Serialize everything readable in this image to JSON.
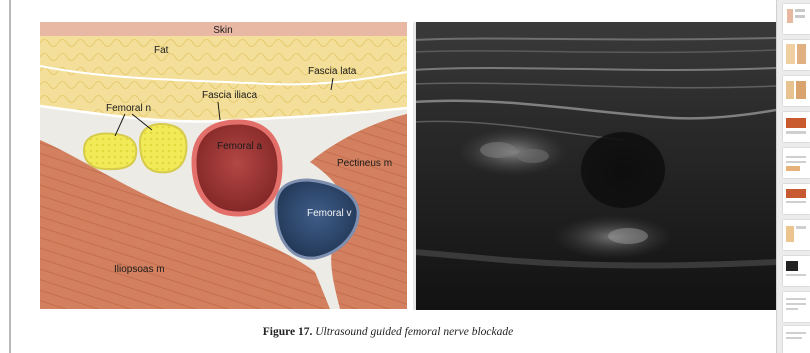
{
  "figure": {
    "caption_number": "Figure 17.",
    "caption_text": "Ultrasound guided femoral nerve blockade",
    "illustration": {
      "labels": {
        "skin": "Skin",
        "fat": "Fat",
        "fascia_lata": "Fascia lata",
        "fascia_iliaca": "Fascia iliaca",
        "femoral_nerve": "Femoral n",
        "femoral_artery": "Femoral a",
        "femoral_vein": "Femoral v",
        "pectineus": "Pectineus m",
        "iliopsoas": "Iliopsoas m"
      }
    }
  },
  "thumbnails": [
    {
      "name": "page-thumb-1"
    },
    {
      "name": "page-thumb-2"
    },
    {
      "name": "page-thumb-3"
    },
    {
      "name": "page-thumb-4"
    },
    {
      "name": "page-thumb-5"
    },
    {
      "name": "page-thumb-6"
    },
    {
      "name": "page-thumb-7"
    },
    {
      "name": "page-thumb-8"
    },
    {
      "name": "page-thumb-9"
    },
    {
      "name": "page-thumb-10"
    }
  ],
  "colors": {
    "skin": "#e9b8a5",
    "fat": "#f3df9a",
    "fascia": "#ecebe5",
    "muscle": "#d2805f",
    "nerve": "#f2eb58",
    "artery": "#a3312f",
    "vein": "#2f4a73"
  }
}
